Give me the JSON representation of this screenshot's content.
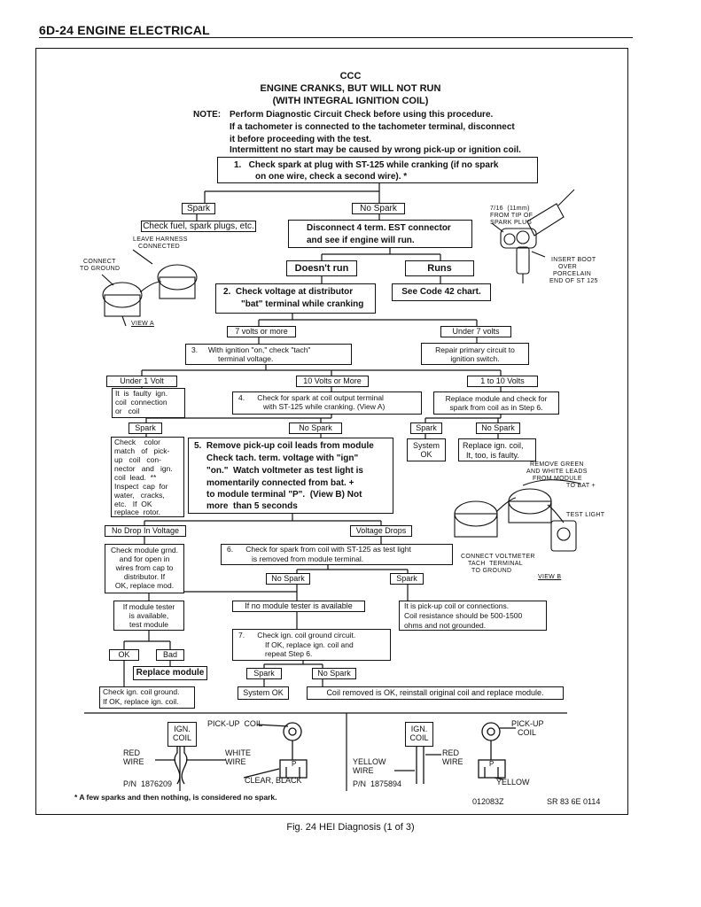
{
  "header": {
    "page_title": "6D-24 ENGINE ELECTRICAL"
  },
  "title": {
    "line1": "CCC",
    "line2": "ENGINE CRANKS, BUT WILL NOT RUN",
    "line3": "(WITH INTEGRAL IGNITION COIL)"
  },
  "note": {
    "label": "NOTE:",
    "lines": [
      "Perform Diagnostic Circuit Check before using this procedure.",
      "If a tachometer is connected to the tachometer terminal, disconnect",
      "it before proceeding with the test.",
      "Intermittent no start may be caused by wrong pick-up or ignition coil."
    ]
  },
  "steps": {
    "step1": [
      "1.   Check spark at plug with ST-125 while cranking (if no spark",
      "on one wire, check a second wire). *"
    ],
    "spark1": "Spark",
    "no_spark1": "No Spark",
    "check_fuel": "Check fuel, spark plugs, etc.",
    "disconnect": [
      "Disconnect 4 term. EST connector",
      "and see if engine will run."
    ],
    "doesnt_run": "Doesn't run",
    "runs": "Runs",
    "step2": [
      "2.  Check voltage at distributor",
      "\"bat\" terminal while cranking"
    ],
    "code42": "See Code 42 chart.",
    "seven_or_more": "7 volts or more",
    "under_seven": "Under 7 volts",
    "step3": [
      "3.     With ignition \"on,\" check \"tach\"",
      "terminal voltage."
    ],
    "repair_primary": [
      "Repair primary circuit to",
      "ignition switch."
    ],
    "under1": "Under 1 Volt",
    "ten_or_more": "10 Volts or More",
    "one_to_ten": "1 to 10 Volts",
    "faulty_ign": [
      "It  is  faulty  ign.",
      "coil  connection",
      "or   coil"
    ],
    "step4": [
      "4.      Check for spark at coil output terminal",
      "with ST-125 while cranking. (View A)"
    ],
    "replace_module_step6": [
      "Replace module and check for",
      "spark from coil as in Step 6."
    ],
    "spark2": "Spark",
    "no_spark2": "No Spark",
    "spark3": "Spark",
    "no_spark3": "No Spark",
    "check_color": [
      "Check    color",
      "match   of   pick-",
      "up   coil   con-",
      "nector   and   ign.",
      "coil  lead.  **",
      "Inspect  cap  for",
      "water,   cracks,",
      "etc.   If  OK",
      "replace  rotor."
    ],
    "step5": [
      "5.  Remove pick-up coil leads from module",
      "Check tach. term. voltage with \"ign\"",
      "\"on.\"  Watch voltmeter as test light is",
      "momentarily connected from bat. +",
      "to module terminal \"P\".  (View B) Not",
      "more  than 5 seconds"
    ],
    "system_ok1": [
      "System",
      "OK"
    ],
    "replace_ign_coil": [
      "Replace ign. coil,",
      "It, too, is faulty."
    ],
    "no_drop": "No Drop In Voltage",
    "voltage_drops": "Voltage Drops",
    "check_module_grnd": [
      "Check module grnd.",
      "and for open in",
      "wires from cap to",
      "distributor.  If",
      "OK, replace mod."
    ],
    "step6": [
      "6.      Check for spark from coil with ST-125 as test light",
      "is removed from module terminal."
    ],
    "no_spark4": "No Spark",
    "spark4": "Spark",
    "if_tester": [
      "If module tester",
      "is available,",
      "test module"
    ],
    "if_no_tester": "If no module tester is available",
    "pickup_or_conn": [
      "It is pick-up coil or connections.",
      "Coil resistance should be 500-1500",
      "ohms and not grounded."
    ],
    "step7": [
      "7.      Check ign. coil ground circuit.",
      "If OK, replace ign. coil and",
      "repeat Step 6."
    ],
    "ok": "OK",
    "bad": "Bad",
    "replace_module": "Replace module",
    "spark5": "Spark",
    "no_spark5": "No Spark",
    "check_ign_ground": [
      "Check ign. coil ground.",
      "If OK, replace ign. coil."
    ],
    "system_ok2": "System OK",
    "coil_removed": "Coil removed is OK, reinstall original coil and replace module."
  },
  "annotations": {
    "plug_gap": [
      "7/16  (11mm)",
      "FROM TIP OF",
      "SPARK PLUG"
    ],
    "insert_boot": [
      "INSERT BOOT",
      "OVER",
      "PORCELAIN",
      "END OF ST 125"
    ],
    "leave_harness": [
      "LEAVE HARNESS",
      "CONNECTED"
    ],
    "connect_ground": [
      "CONNECT",
      "TO GROUND"
    ],
    "view_a": "VIEW A",
    "remove_pickup": [
      "REMOVE GREEN",
      "AND WHITE LEADS",
      "FROM MODULE"
    ],
    "to_bat": "TO BAT +",
    "test_light": "TEST LIGHT",
    "connect_voltmeter": [
      "CONNECT VOLTMETER",
      "TACH  TERMINAL",
      "TO GROUND"
    ],
    "view_b": "VIEW B"
  },
  "wiring": {
    "left": {
      "ign_coil": [
        "IGN.",
        "COIL"
      ],
      "pickup_coil": "PICK-UP  COIL",
      "red_wire": [
        "RED",
        "WIRE"
      ],
      "white_wire": [
        "WHITE",
        "WIRE"
      ],
      "clear_black": "CLEAR, BLACK",
      "terminal": "P",
      "pn": "P/N  1876209"
    },
    "right": {
      "ign_coil": [
        "IGN.",
        "COIL"
      ],
      "pickup_coil": [
        "PICK-UP",
        "COIL"
      ],
      "red_wire": [
        "RED",
        "WIRE"
      ],
      "yellow_wire": [
        "YELLOW",
        "WIRE"
      ],
      "yellow": "YELLOW",
      "terminal": "P",
      "pn": "P/N  1875894"
    }
  },
  "footnote": "* A few sparks and then nothing, is considered no spark.",
  "codes": {
    "left": "012083Z",
    "right": "SR 83 6E 0114"
  },
  "figure_caption": "Fig. 24 HEI Diagnosis (1 of 3)"
}
